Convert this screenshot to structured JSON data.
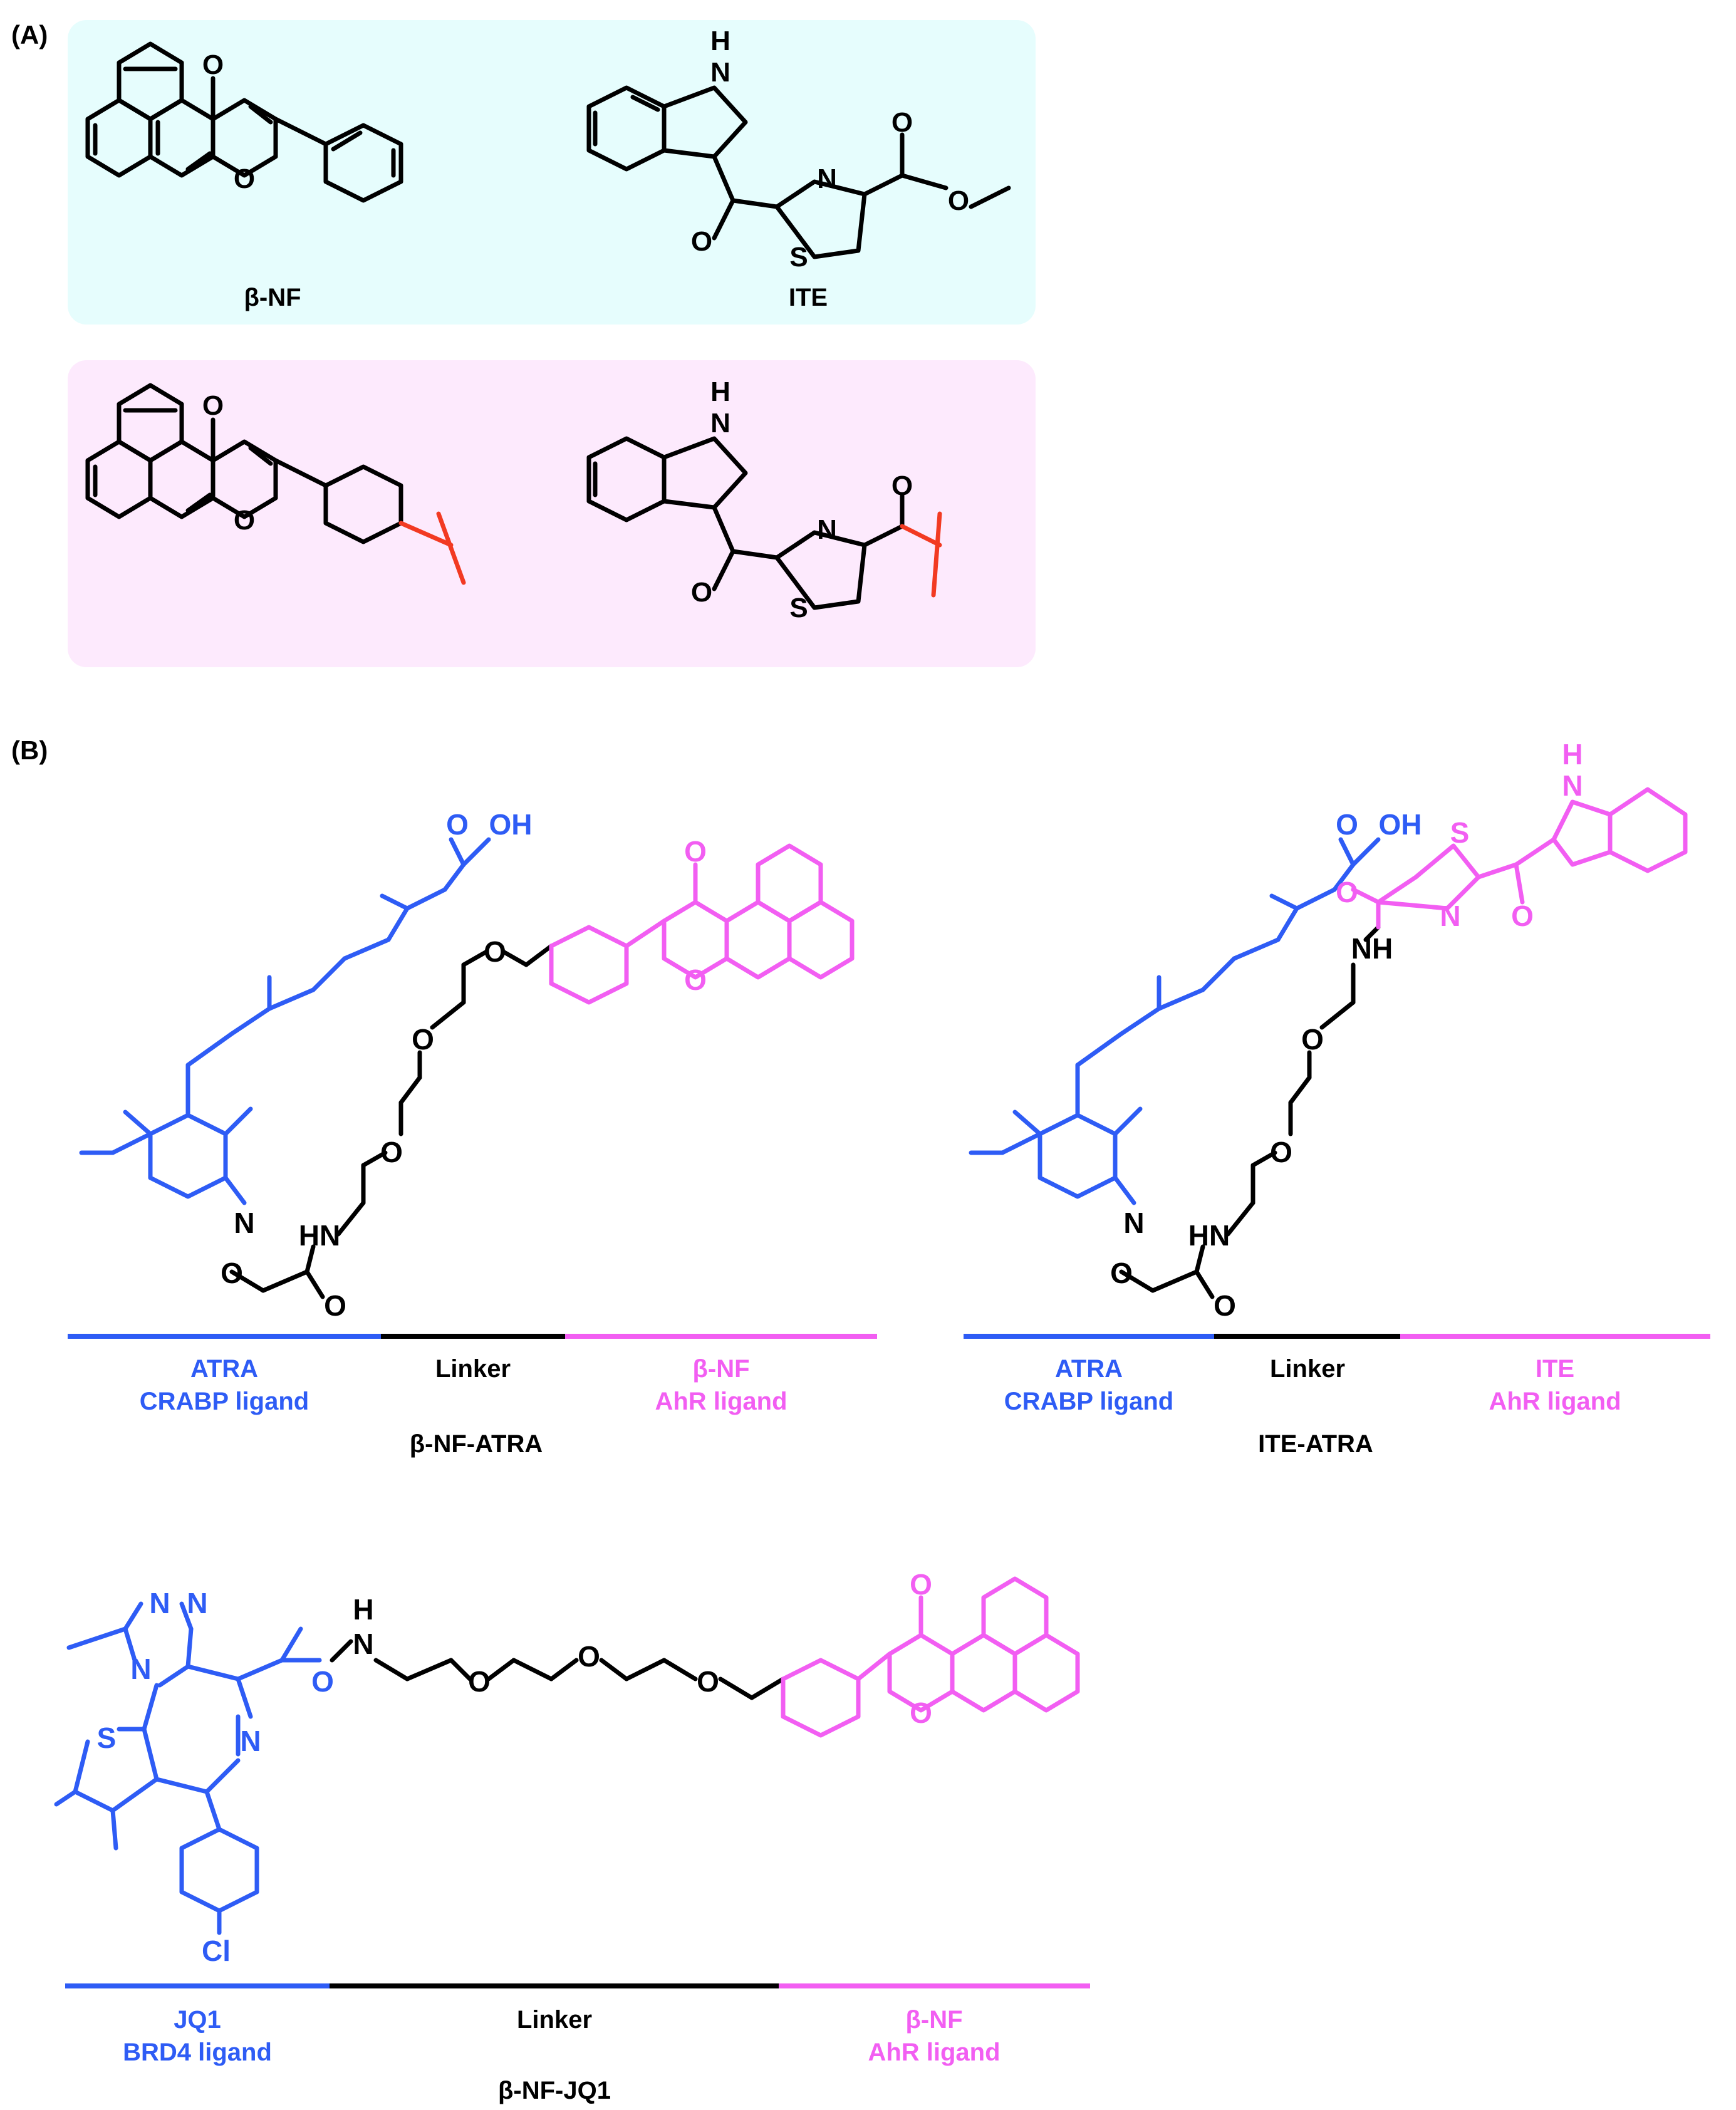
{
  "panelA": {
    "label": "(A)",
    "bnf_name": "β-NF",
    "ite_name": "ITE",
    "bnf_atoms": {
      "o_top": "O",
      "o_ring": "O"
    },
    "ite_atoms": {
      "nh_h": "H",
      "nh_n": "N",
      "thz_n": "N",
      "thz_s": "S",
      "ketone_o": "O",
      "ester_o1": "O",
      "ester_o2": "O"
    },
    "mod_bnf_atoms": {
      "o_top": "O",
      "o_ring": "O"
    },
    "mod_ite_atoms": {
      "nh_h": "H",
      "nh_n": "N",
      "thz_n": "N",
      "thz_s": "S",
      "ketone_o": "O",
      "amide_o": "O"
    }
  },
  "panelB": {
    "label": "(B)",
    "c1": {
      "name": "β-NF-ATRA",
      "seg1_name": "ATRA",
      "seg1_role": "CRABP ligand",
      "seg2_name": "Linker",
      "seg3_name": "β-NF",
      "seg3_role": "AhR ligand",
      "atoms": {
        "acid": "O",
        "oh": "OH",
        "oxime_n": "N",
        "oxime_o": "O",
        "hn": "HN",
        "amide_o": "O",
        "peg_o1": "O",
        "peg_o2": "O",
        "peg_o3": "O",
        "bnf_o_top": "O",
        "bnf_o_ring": "O"
      }
    },
    "c2": {
      "name": "ITE-ATRA",
      "seg1_name": "ATRA",
      "seg1_role": "CRABP ligand",
      "seg2_name": "Linker",
      "seg3_name": "ITE",
      "seg3_role": "AhR ligand",
      "atoms": {
        "acid": "O",
        "oh": "OH",
        "oxime_n": "N",
        "oxime_o": "O",
        "hn": "HN",
        "amide_o": "O",
        "peg_o1": "O",
        "peg_o2": "O",
        "nh": "NH",
        "ite_amide_o": "O",
        "thz_s": "S",
        "thz_n": "N",
        "ket_o": "O",
        "ind_h": "H",
        "ind_n": "N"
      }
    },
    "c3": {
      "name": "β-NF-JQ1",
      "seg1_name": "JQ1",
      "seg1_role": "BRD4 ligand",
      "seg2_name": "Linker",
      "seg3_name": "β-NF",
      "seg3_role": "AhR ligand",
      "atoms": {
        "tri_n1": "N",
        "tri_n2": "N",
        "tri_n3": "N",
        "dz_n": "N",
        "th_s": "S",
        "cl": "Cl",
        "amide_o": "O",
        "amide_h": "H",
        "amide_n": "N",
        "peg_o1": "O",
        "peg_o2": "O",
        "peg_o3": "O",
        "bnf_o_top": "O",
        "bnf_o_ring": "O"
      }
    }
  },
  "colors": {
    "cyan_panel": "#e6fdfd",
    "pink_panel": "#fdeafd",
    "blue": "#2e5cf5",
    "magenta": "#f25ef2",
    "black": "#000000",
    "red": "#f23a22"
  }
}
